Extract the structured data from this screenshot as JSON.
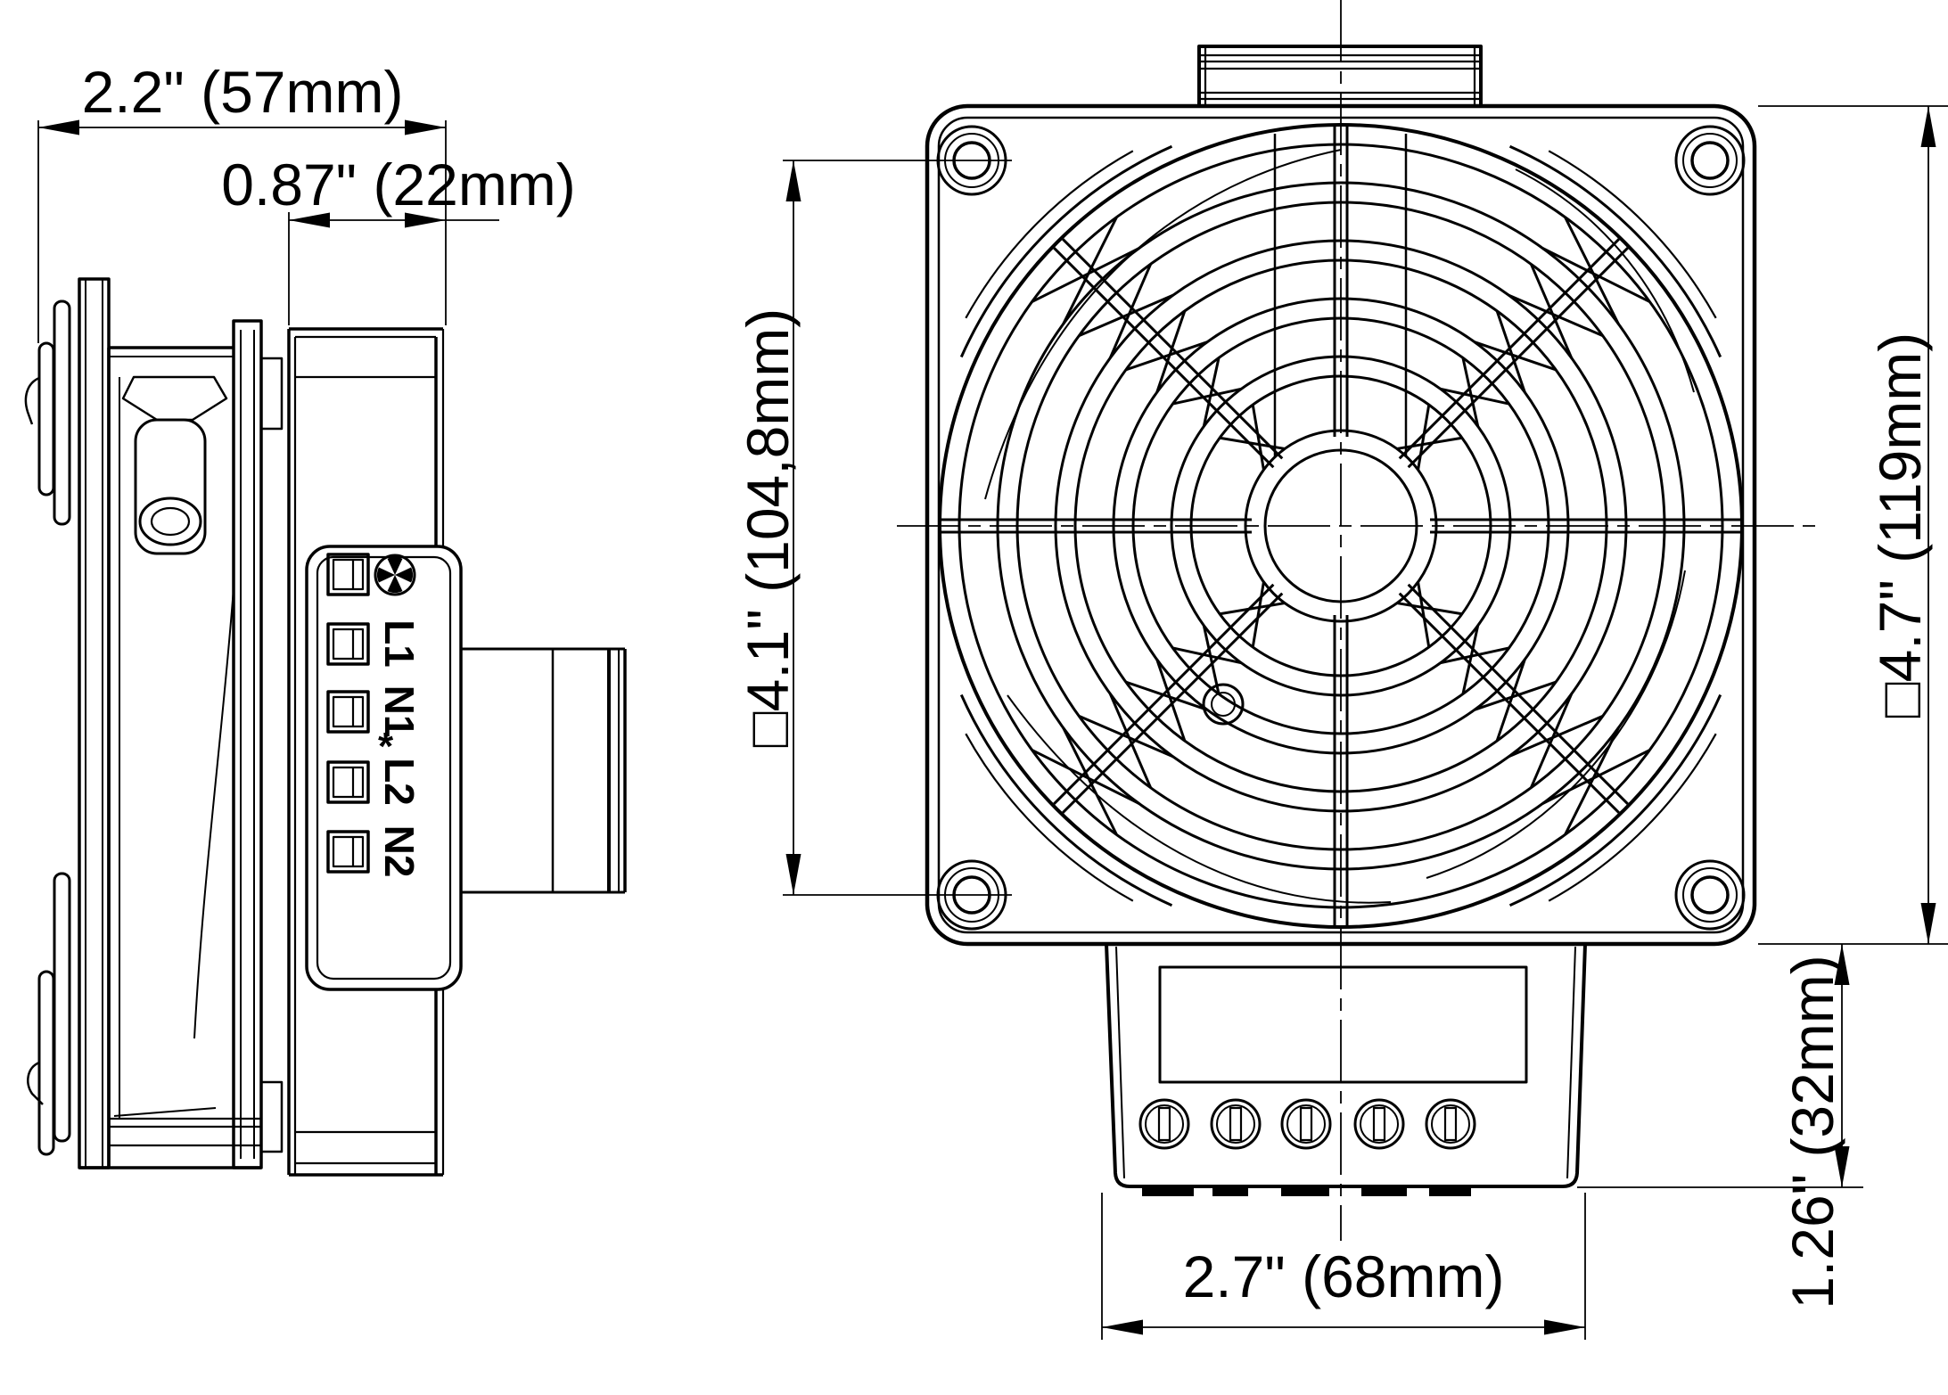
{
  "colors": {
    "line": "#000000",
    "background": "#ffffff"
  },
  "views": {
    "side_view": {
      "dim_width": "2.2\" (57mm)",
      "dim_depth": "0.87\" (22mm)",
      "terminals": {
        "earth": "⊕",
        "labels": [
          "L1",
          "N1",
          "L2",
          "N2"
        ],
        "note": "*"
      }
    },
    "front_view": {
      "dim_mounting_holes": "□4.1\" (104,8mm)",
      "dim_height": "□4.7\" (119mm)",
      "dim_terminal_box_width": "2.7\" (68mm)",
      "dim_terminal_box_height": "1.26\" (32mm)"
    }
  }
}
